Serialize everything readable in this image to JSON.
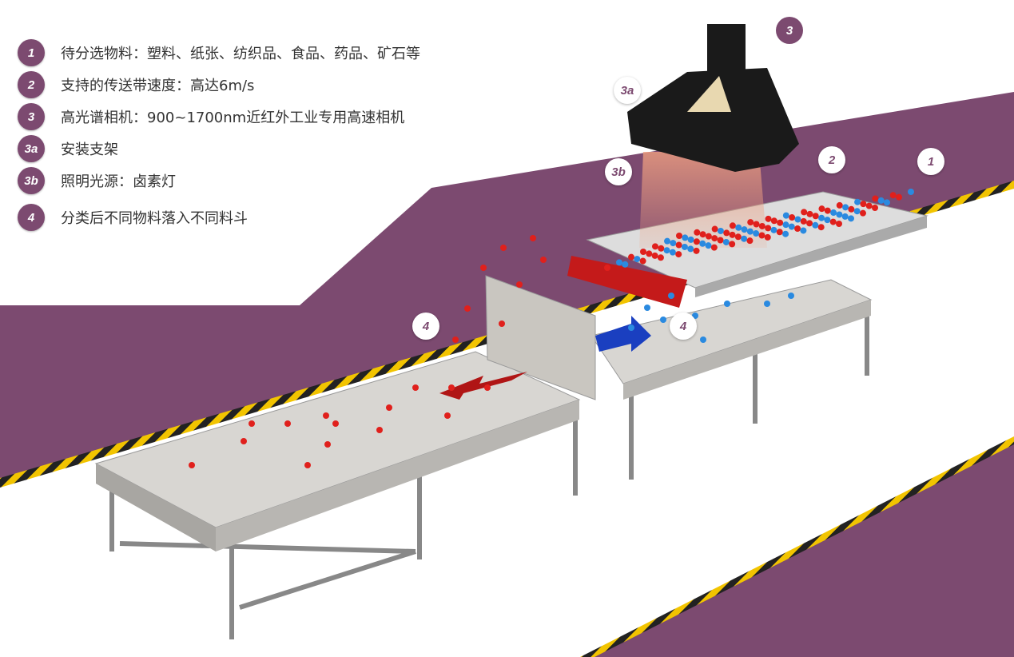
{
  "legend": [
    {
      "badge": "1",
      "text": "待分选物料：塑料、纸张、纺织品、食品、药品、矿石等"
    },
    {
      "badge": "2",
      "text": "支持的传送带速度：高达6m/s"
    },
    {
      "badge": "3",
      "text": "高光谱相机：900~1700nm近红外工业专用高速相机"
    },
    {
      "badge": "3a",
      "text": "安装支架"
    },
    {
      "badge": "3b",
      "text": "照明光源：卤素灯"
    },
    {
      "badge": "4",
      "text": "分类后不同物料落入不同料斗"
    }
  ],
  "markers": {
    "m3": "3",
    "m3a": "3a",
    "m3b": "3b",
    "m2": "2",
    "m1": "1",
    "m4left": "4",
    "m4right": "4"
  },
  "colors": {
    "purple": "#7c4a70",
    "red_particle": "#e0201c",
    "blue_particle": "#2a8ae0"
  }
}
